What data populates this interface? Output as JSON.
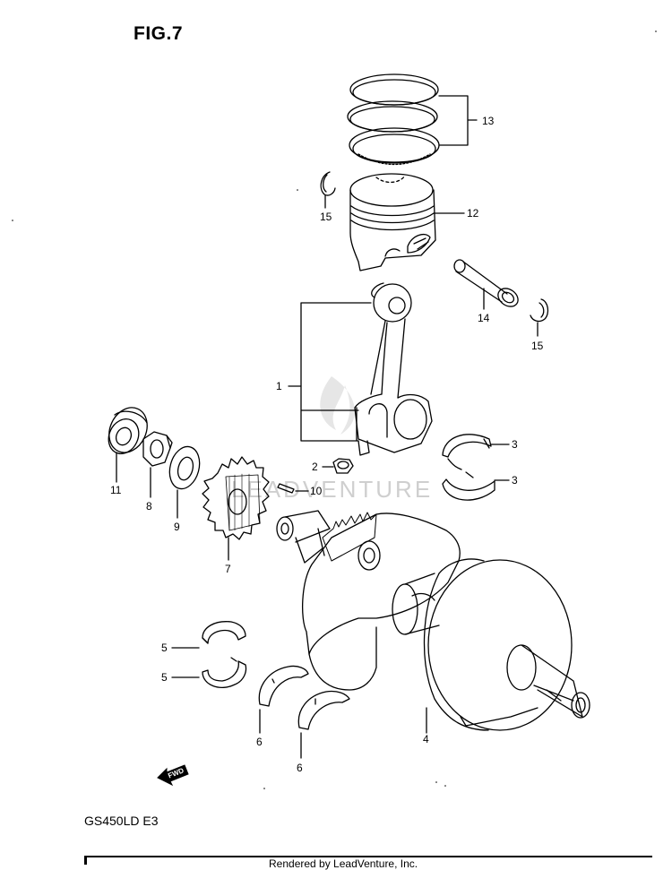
{
  "figure": {
    "title": "FIG.7"
  },
  "model_code": "GS450LD E3",
  "footer": {
    "credit": "Rendered by LeadVenture, Inc."
  },
  "watermark": {
    "text": "LEADVENTURE"
  },
  "fwd_arrow": {
    "text": "FWD"
  },
  "callouts": [
    {
      "id": "1",
      "part": "connecting-rod"
    },
    {
      "id": "2",
      "part": "con-rod-nut"
    },
    {
      "id": "3",
      "part": "con-rod-bearing"
    },
    {
      "id": "4",
      "part": "crankshaft"
    },
    {
      "id": "5",
      "part": "crankshaft-bearing"
    },
    {
      "id": "6",
      "part": "thrust-bearing"
    },
    {
      "id": "7",
      "part": "primary-drive-gear"
    },
    {
      "id": "8",
      "part": "gear-nut"
    },
    {
      "id": "9",
      "part": "washer"
    },
    {
      "id": "10",
      "part": "key"
    },
    {
      "id": "11",
      "part": "bearing"
    },
    {
      "id": "12",
      "part": "piston"
    },
    {
      "id": "13",
      "part": "piston-ring-set"
    },
    {
      "id": "14",
      "part": "piston-pin"
    },
    {
      "id": "15",
      "part": "circlip"
    }
  ]
}
